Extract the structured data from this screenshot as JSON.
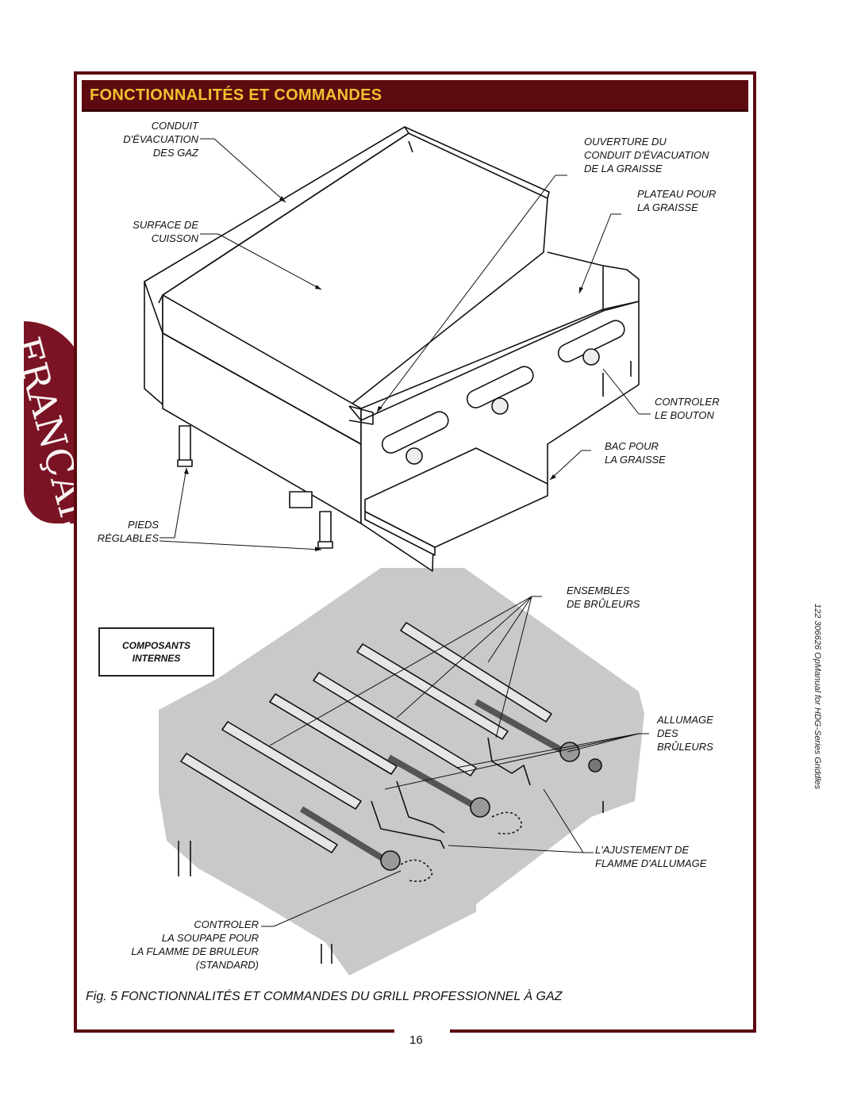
{
  "header": {
    "title": "FONCTIONNALITÉS ET COMMANDES"
  },
  "language_tab": {
    "text": "FRANÇAIS"
  },
  "labels": {
    "conduit": [
      "CONDUIT",
      "D'ÉVACUATION",
      "DES GAZ"
    ],
    "ouverture": [
      "OUVERTURE DU",
      "CONDUIT D'ÉVACUATION",
      "DE LA GRAISSE"
    ],
    "plateau": [
      "PLATEAU POUR",
      "LA GRAISSE"
    ],
    "surface": [
      "SURFACE DE",
      "CUISSON"
    ],
    "controler_bouton": [
      "CONTROLER",
      "LE BOUTON"
    ],
    "bac": [
      "BAC POUR",
      "LA GRAISSE"
    ],
    "pieds": [
      "PIEDS",
      "RÉGLABLES"
    ],
    "ensembles": [
      "ENSEMBLES",
      "DE BRÛLEURS"
    ],
    "allumage": [
      "ALLUMAGE",
      "DES",
      "BRÛLEURS"
    ],
    "ajustement": [
      "L'AJUSTEMENT DE",
      "FLAMME D'ALLUMAGE"
    ],
    "soupape": [
      "CONTROLER",
      "LA SOUPAPE POUR",
      "LA FLAMME DE BRULEUR",
      "(STANDARD)"
    ]
  },
  "composants_box": [
    "COMPOSANTS",
    "INTERNES"
  ],
  "caption": "Fig. 5  FONCTIONNALITÉS ET COMMANDES DU GRILL PROFESSIONNEL À GAZ",
  "page_number": "16",
  "side_note": "122   306626  OpManual for HDG-Series Griddles",
  "colors": {
    "frame": "#5c0a10",
    "title_text": "#f2c230",
    "tab": "#7a1424",
    "internal_area": "#c9c9c9"
  }
}
